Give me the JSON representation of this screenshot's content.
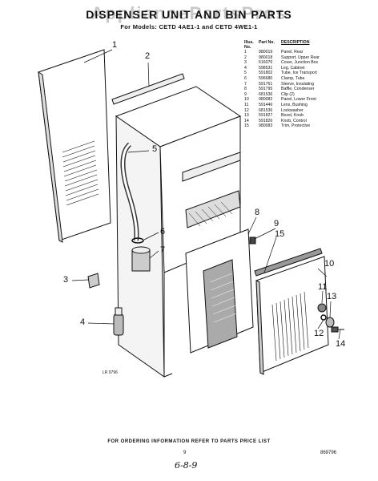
{
  "header": {
    "watermark": "AppliancePartsPros",
    "title": "DISPENSER UNIT AND BIN PARTS",
    "subtitle": "For Models: CETD 4AE1-1 and CETD 4WE1-1"
  },
  "parts_table": {
    "headers": {
      "illus": "Illus. No.",
      "part": "Part No.",
      "description": "DESCRIPTION"
    },
    "rows": [
      {
        "illus": "1",
        "part": "980019",
        "description": "Panel, Rear"
      },
      {
        "illus": "2",
        "part": "980018",
        "description": "Support, Upper Rear"
      },
      {
        "illus": "3",
        "part": "616076",
        "description": "Cover, Junction Box"
      },
      {
        "illus": "4",
        "part": "598531",
        "description": "Leg, Cabinet"
      },
      {
        "illus": "5",
        "part": "591802",
        "description": "Tube, Ice Transport"
      },
      {
        "illus": "6",
        "part": "596680",
        "description": "Clamp, Tube"
      },
      {
        "illus": "7",
        "part": "591761",
        "description": "Sleeve, Insulating"
      },
      {
        "illus": "8",
        "part": "591795",
        "description": "Baffle, Condenser"
      },
      {
        "illus": "9",
        "part": "681536",
        "description": "Clip (2)"
      },
      {
        "illus": "10",
        "part": "980082",
        "description": "Panel, Lower Front"
      },
      {
        "illus": "11",
        "part": "591446",
        "description": "Lens, Bushing"
      },
      {
        "illus": "12",
        "part": "681536",
        "description": "Lockwasher"
      },
      {
        "illus": "13",
        "part": "591827",
        "description": "Bezel, Knob"
      },
      {
        "illus": "14",
        "part": "591826",
        "description": "Knob, Control"
      },
      {
        "illus": "15",
        "part": "980083",
        "description": "Trim, Protective"
      }
    ]
  },
  "callouts": [
    "1",
    "2",
    "3",
    "4",
    "5",
    "6",
    "7",
    "8",
    "9",
    "10",
    "11",
    "12",
    "13",
    "14",
    "15"
  ],
  "figure_code": "LR 9796",
  "footer": {
    "note": "FOR ORDERING INFORMATION REFER TO PARTS PRICE LIST",
    "page": "9",
    "doc_code": "869796"
  },
  "handwritten": "6-8-9"
}
